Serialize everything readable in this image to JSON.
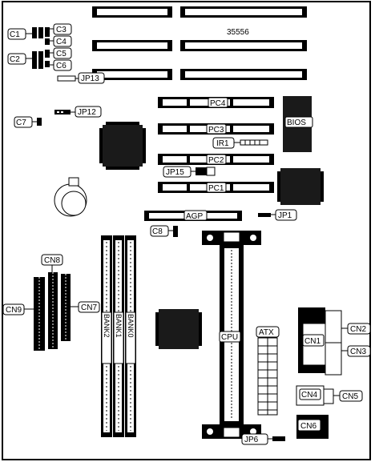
{
  "board_id": "35556",
  "labels": {
    "c1": "C1",
    "c2": "C2",
    "c3": "C3",
    "c4": "C4",
    "c5": "C5",
    "c6": "C6",
    "c7": "C7",
    "c8": "C8",
    "jp1": "JP1",
    "jp6": "JP6",
    "jp12": "JP12",
    "jp13": "JP13",
    "jp15": "JP15",
    "pc1": "PC1",
    "pc2": "PC2",
    "pc3": "PC3",
    "pc4": "PC4",
    "ir1": "IR1",
    "bios": "BIOS",
    "agp": "AGP",
    "cpu": "CPU",
    "atx": "ATX",
    "cn1": "CN1",
    "cn2": "CN2",
    "cn3": "CN3",
    "cn4": "CN4",
    "cn5": "CN5",
    "cn6": "CN6",
    "cn7": "CN7",
    "cn8": "CN8",
    "cn9": "CN9",
    "bank0": "BANK0",
    "bank1": "BANK1",
    "bank2": "BANK2"
  },
  "colors": {
    "ink": "#000000",
    "paper": "#ffffff",
    "chip": "#1a1a1a"
  }
}
